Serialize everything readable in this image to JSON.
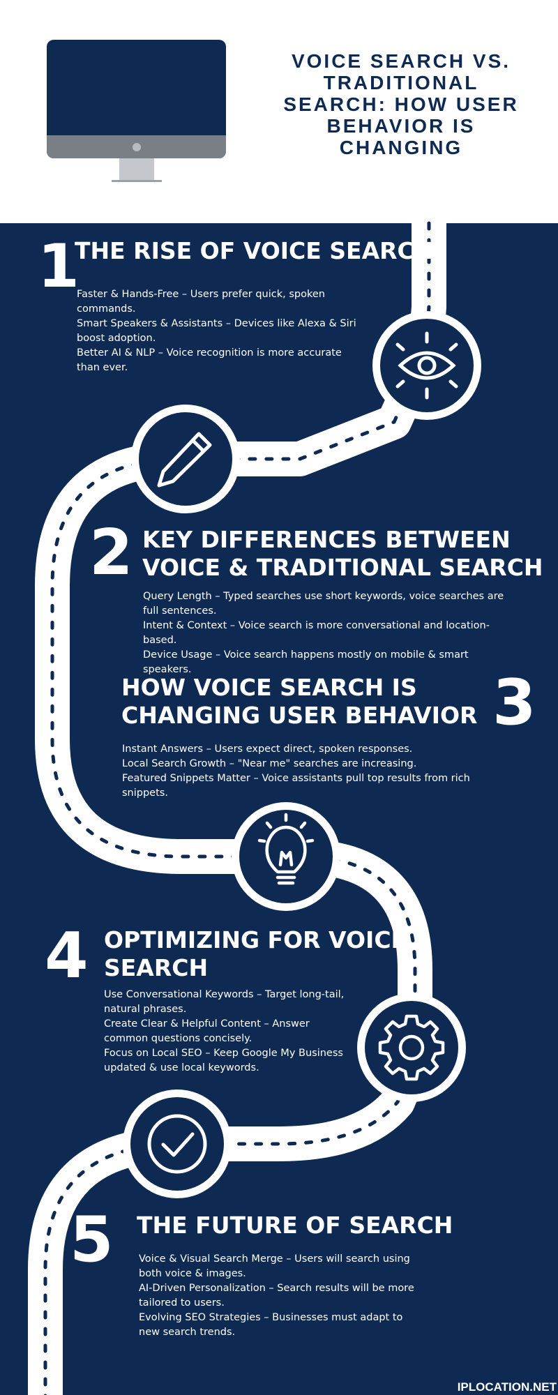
{
  "header": {
    "title_lines": [
      "VOICE SEARCH VS.",
      "TRADITIONAL",
      "SEARCH: HOW USER",
      "BEHAVIOR IS",
      "CHANGING"
    ],
    "monitor_icon": "desktop-monitor-icon"
  },
  "sections": [
    {
      "number": "1",
      "heading": [
        "THE RISE OF VOICE SEARCH"
      ],
      "body": [
        "Faster & Hands-Free – Users prefer quick, spoken commands.",
        "Smart Speakers & Assistants – Devices like Alexa & Siri boost adoption.",
        "Better AI & NLP – Voice recognition is more accurate than ever."
      ],
      "icon": "eye-icon"
    },
    {
      "number": "2",
      "heading": [
        "KEY DIFFERENCES BETWEEN",
        "VOICE & TRADITIONAL SEARCH"
      ],
      "body": [
        "Query Length – Typed searches use short keywords, voice searches are full sentences.",
        "Intent & Context – Voice search is more conversational and location-based.",
        "Device Usage – Voice search happens mostly on mobile & smart speakers."
      ],
      "icon": "pencil-icon"
    },
    {
      "number": "3",
      "heading": [
        "HOW VOICE SEARCH IS",
        "CHANGING USER BEHAVIOR"
      ],
      "body": [
        "Instant Answers – Users expect direct, spoken responses.",
        "Local Search Growth – \"Near me\" searches are increasing.",
        "Featured Snippets Matter – Voice assistants pull top results from rich snippets."
      ],
      "icon": "lightbulb-icon"
    },
    {
      "number": "4",
      "heading": [
        "OPTIMIZING FOR VOICE",
        "SEARCH"
      ],
      "body": [
        "Use Conversational Keywords – Target long-tail, natural phrases.",
        "Create Clear & Helpful Content – Answer common questions concisely.",
        "Focus on Local SEO – Keep Google My Business updated & use local keywords."
      ],
      "icon": "gear-icon"
    },
    {
      "number": "5",
      "heading": [
        "THE FUTURE OF SEARCH"
      ],
      "body": [
        "Voice & Visual Search Merge – Users will search using both voice & images.",
        "AI-Driven Personalization – Search results will be more tailored to users.",
        "Evolving SEO Strategies – Businesses must adapt to new search trends."
      ],
      "icon": "checkmark-icon"
    }
  ],
  "footer": {
    "brand": "IPLOCATION.NET"
  },
  "colors": {
    "navy": "#0f2a52",
    "white": "#ffffff",
    "gray": "#7a7f86"
  }
}
